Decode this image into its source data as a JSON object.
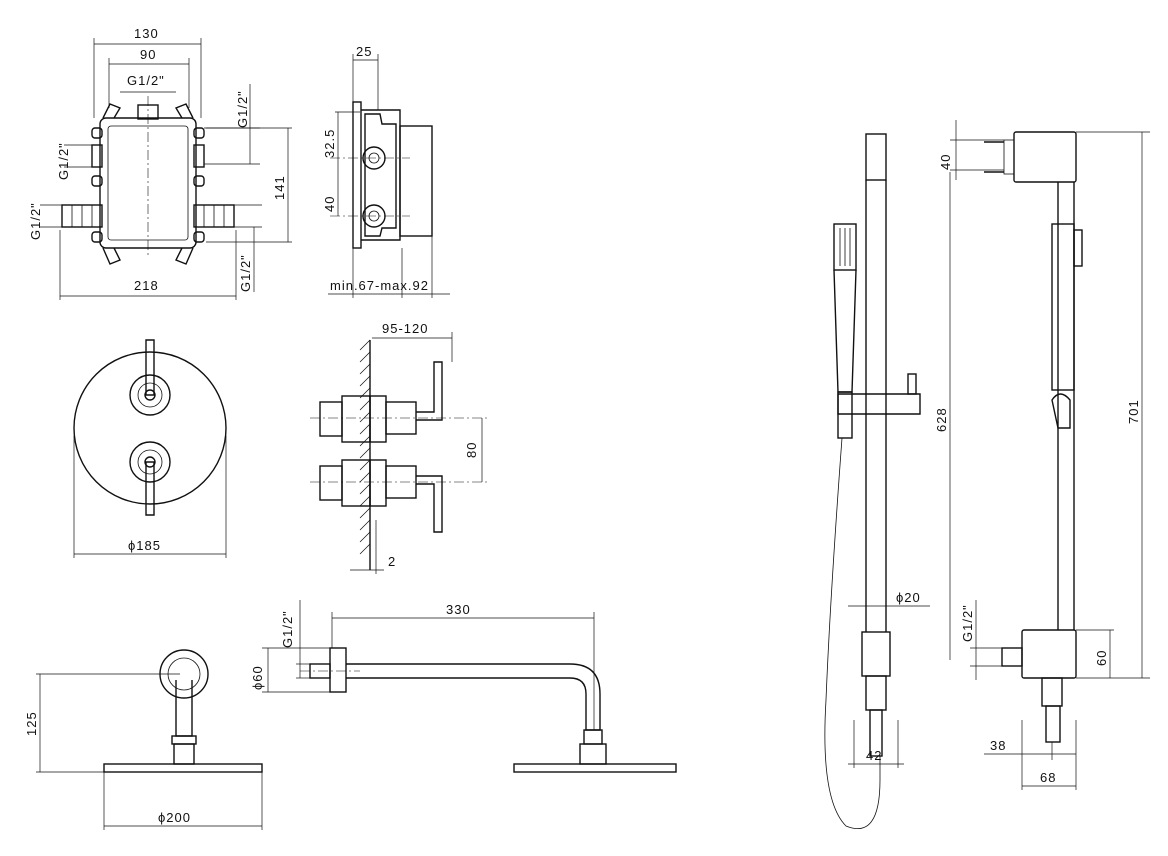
{
  "dimensions": {
    "box_width": "130",
    "box_inner": "90",
    "box_top_thread": "G1/2\"",
    "box_right_thread_top": "G1/2\"",
    "box_left_thread_top": "G1/2\"",
    "box_left_thread_bottom": "G1/2\"",
    "box_right_thread_bottom": "G1/2\"",
    "box_height": "141",
    "box_overall_width": "218",
    "side_width": "25",
    "side_spacing_1": "32.5",
    "side_spacing_2": "40",
    "side_depth": "min.67-max.92",
    "valve_projection": "95-120",
    "valve_spacing": "80",
    "wall_gap": "2",
    "plate_diameter": "ϕ185",
    "arm_length": "330",
    "arm_thread": "G1/2\"",
    "arm_flange": "ϕ60",
    "head_drop": "125",
    "head_diameter": "ϕ200",
    "rail_diameter": "ϕ20",
    "rail_base": "42",
    "rail_spacing_top": "40",
    "rail_height": "628",
    "rail_overall": "701",
    "rail_outlet_thread": "G1/2\"",
    "rail_outlet_height": "60",
    "rail_outlet_offset": "38",
    "rail_depth": "68"
  }
}
